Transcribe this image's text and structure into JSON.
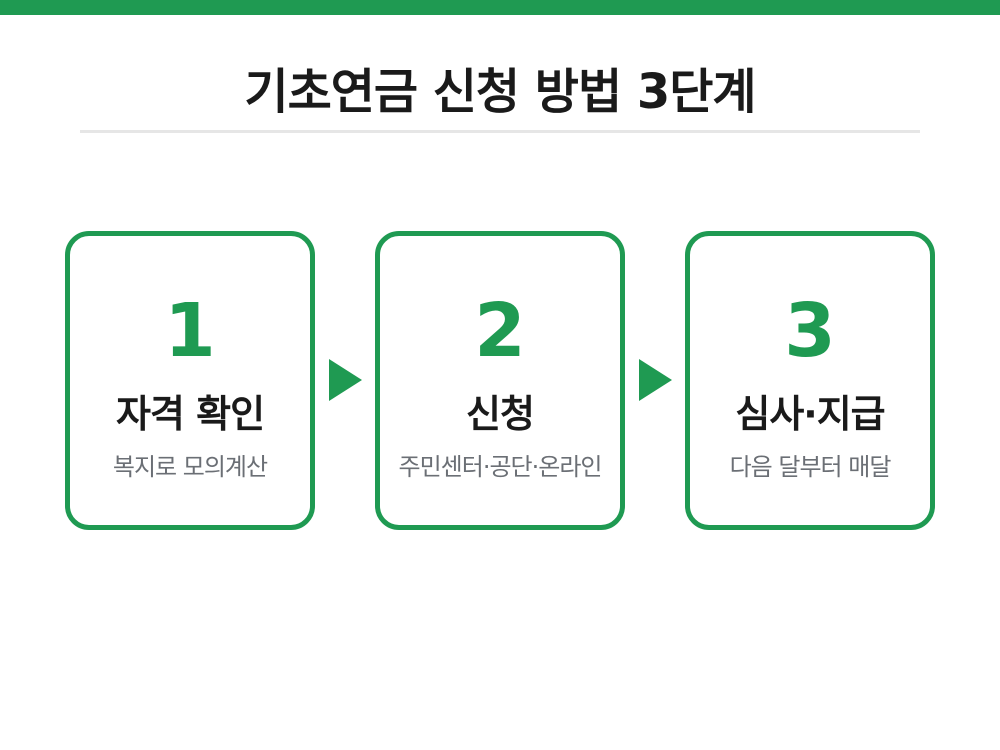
{
  "title": "기초연금 신청 방법 3단계",
  "colors": {
    "accent": "#1f9a52",
    "title_text": "#1a1a1a",
    "desc_text": "#6b6f75",
    "rule": "#e6e6e6"
  },
  "steps": [
    {
      "number": "1",
      "title": "자격 확인",
      "desc": "복지로 모의계산"
    },
    {
      "number": "2",
      "title": "신청",
      "desc": "주민센터·공단·온라인"
    },
    {
      "number": "3",
      "title": "심사·지급",
      "desc": "다음 달부터 매달"
    }
  ],
  "arrows": [
    "arrow-right-icon",
    "arrow-right-icon"
  ]
}
